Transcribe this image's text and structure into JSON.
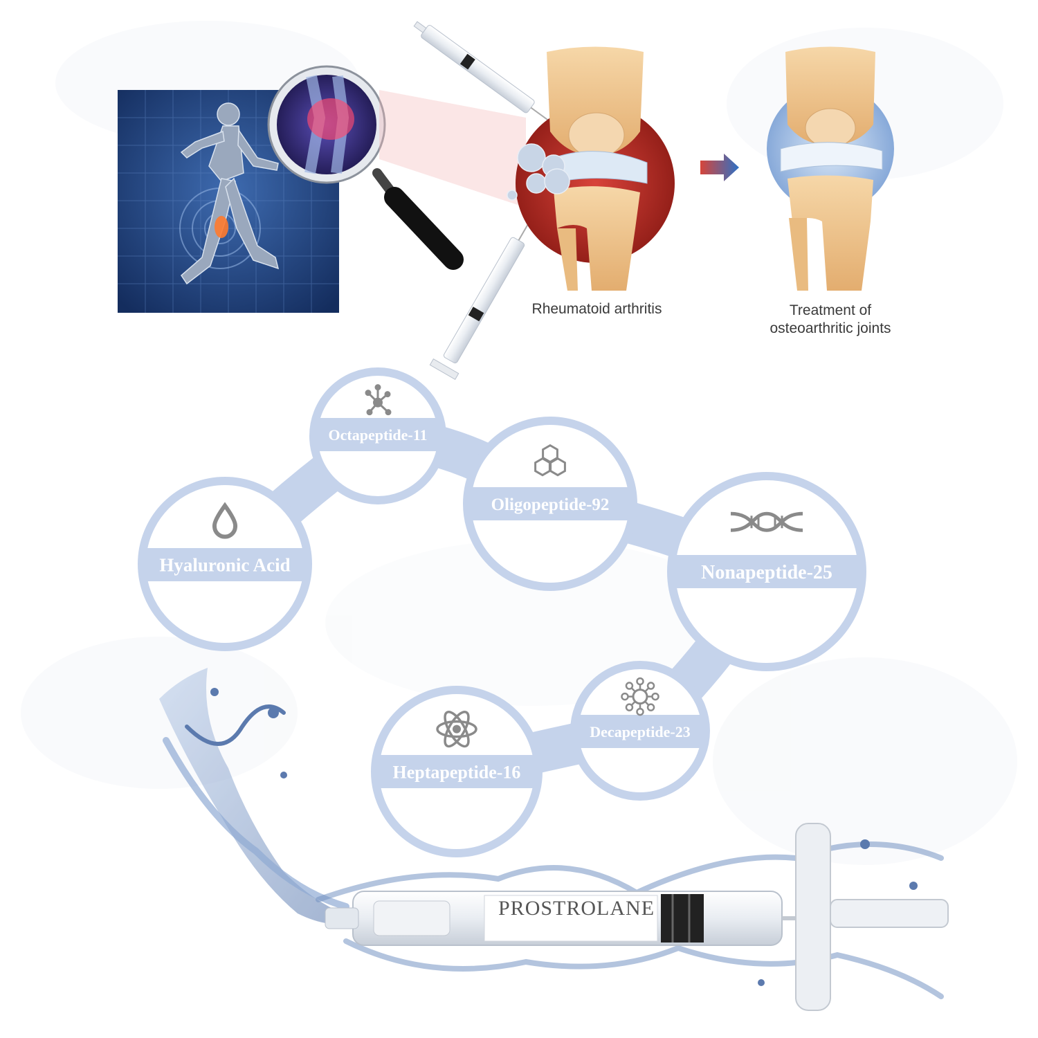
{
  "captions": {
    "disease": "Rheumatoid arthritis",
    "treatment_line1": "Treatment of",
    "treatment_line2": "osteoarthritic joints"
  },
  "ingredients": [
    {
      "label": "Hyaluronic Acid",
      "icon": "droplet-icon"
    },
    {
      "label": "Octapeptide-11",
      "icon": "molecule-icon"
    },
    {
      "label": "Oligopeptide-92",
      "icon": "hexagon-molecule-icon"
    },
    {
      "label": "Nonapeptide-25",
      "icon": "dna-icon"
    },
    {
      "label": "Decapeptide-23",
      "icon": "virus-cluster-icon"
    },
    {
      "label": "Heptapeptide-16",
      "icon": "atom-icon"
    }
  ],
  "product": {
    "brand": "PROSTROLANE"
  },
  "colors": {
    "chain": "#c5d3eb",
    "icon": "#8a8a8a",
    "label": "#ffffff",
    "panel_blue": "#1b3d75",
    "inflamed": "#b3261e",
    "bone": "#f2c994",
    "cartilage": "#dde9f5",
    "arrow_start": "#d6453a",
    "arrow_end": "#2d71c6"
  }
}
